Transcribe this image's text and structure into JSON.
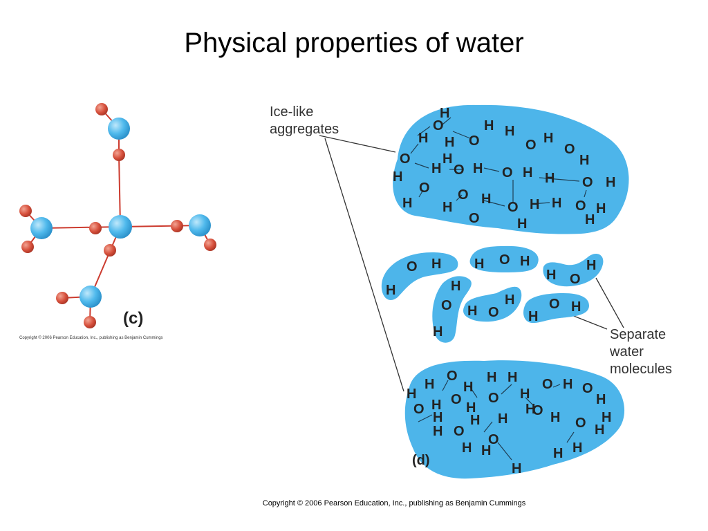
{
  "title": "Physical properties of water",
  "panels": {
    "c_label": "(c)",
    "d_label": "(d)"
  },
  "callouts": {
    "ice_like_line1": "Ice-like",
    "ice_like_line2": "aggregates",
    "separate_line1": "Separate",
    "separate_line2": "water",
    "separate_line3": "molecules"
  },
  "atoms": {
    "oxygen": "O",
    "hydrogen": "H"
  },
  "copyright_small": "Copyright © 2006 Pearson Education, Inc., publishing as Benjamin Cummings",
  "copyright_main": "Copyright © 2006 Pearson Education, Inc., publishing as Benjamin Cummings",
  "colors": {
    "oxygen_atom": "#4fb9ec",
    "hydrogen_atom": "#d7513d",
    "bond": "#cc3b2f",
    "blob": "#4db5ea"
  }
}
